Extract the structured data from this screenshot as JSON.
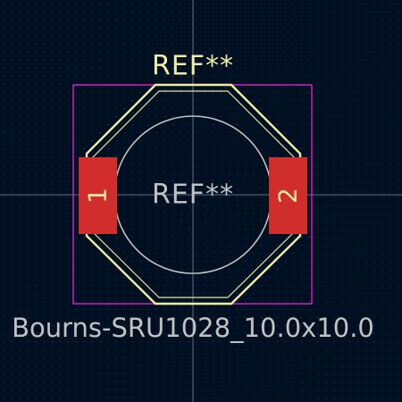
{
  "viewer": {
    "background_color": "#001023",
    "grid_color": "#3a4a66",
    "crosshair_color": "#8a96b0"
  },
  "footprint": {
    "reference_silk": "REF**",
    "reference_fab": "REF**",
    "value_text": "Bourns-SRU1028_10.0x10.0",
    "silkscreen_color": "#f2eda1",
    "fab_color": "#c2c2c2",
    "courtyard_color": "#ff26e2",
    "pad_color": "#d12d2d",
    "pads": [
      {
        "number": "1",
        "label_color": "#f2eda1"
      },
      {
        "number": "2",
        "label_color": "#f2eda1"
      }
    ]
  }
}
